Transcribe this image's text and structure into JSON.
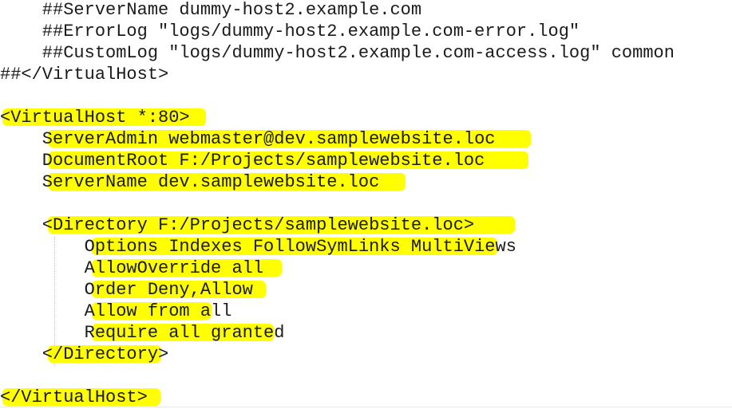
{
  "editor": {
    "lines": [
      "    ##ServerName dummy-host2.example.com",
      "    ##ErrorLog \"logs/dummy-host2.example.com-error.log\"",
      "    ##CustomLog \"logs/dummy-host2.example.com-access.log\" common",
      "##</VirtualHost>",
      "",
      "<VirtualHost *:80>",
      "    ServerAdmin webmaster@dev.samplewebsite.loc",
      "    DocumentRoot F:/Projects/samplewebsite.loc",
      "    ServerName dev.samplewebsite.loc",
      "",
      "    <Directory F:/Projects/samplewebsite.loc>",
      "        Options Indexes FollowSymLinks MultiViews",
      "        AllowOverride all",
      "        Order Deny,Allow",
      "        Allow from all",
      "        Require all granted",
      "    </Directory>",
      "",
      "</VirtualHost>"
    ],
    "highlight_color": "#ffff00"
  }
}
